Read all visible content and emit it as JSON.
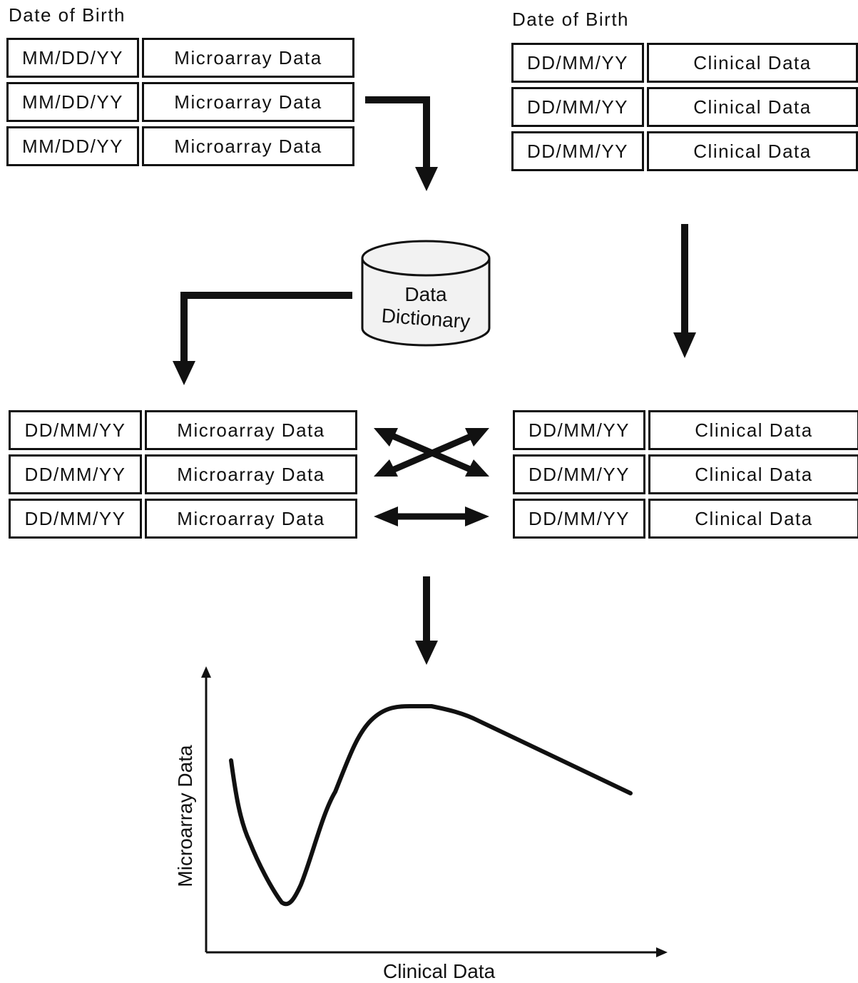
{
  "top_left": {
    "heading": "Date of Birth",
    "rows": [
      {
        "date": "MM/DD/YY",
        "data": "Microarray Data"
      },
      {
        "date": "MM/DD/YY",
        "data": "Microarray Data"
      },
      {
        "date": "MM/DD/YY",
        "data": "Microarray Data"
      }
    ]
  },
  "top_right": {
    "heading": "Date of Birth",
    "rows": [
      {
        "date": "DD/MM/YY",
        "data": "Clinical Data"
      },
      {
        "date": "DD/MM/YY",
        "data": "Clinical Data"
      },
      {
        "date": "DD/MM/YY",
        "data": "Clinical Data"
      }
    ]
  },
  "dictionary": {
    "line1": "Data",
    "line2": "Dictionary"
  },
  "mid_left": {
    "rows": [
      {
        "date": "DD/MM/YY",
        "data": "Microarray Data"
      },
      {
        "date": "DD/MM/YY",
        "data": "Microarray Data"
      },
      {
        "date": "DD/MM/YY",
        "data": "Microarray Data"
      }
    ]
  },
  "mid_right": {
    "rows": [
      {
        "date": "DD/MM/YY",
        "data": "Clinical Data"
      },
      {
        "date": "DD/MM/YY",
        "data": "Clinical Data"
      },
      {
        "date": "DD/MM/YY",
        "data": "Clinical Data"
      }
    ]
  },
  "plot": {
    "xlabel": "Clinical Data",
    "ylabel": "Microarray Data"
  }
}
